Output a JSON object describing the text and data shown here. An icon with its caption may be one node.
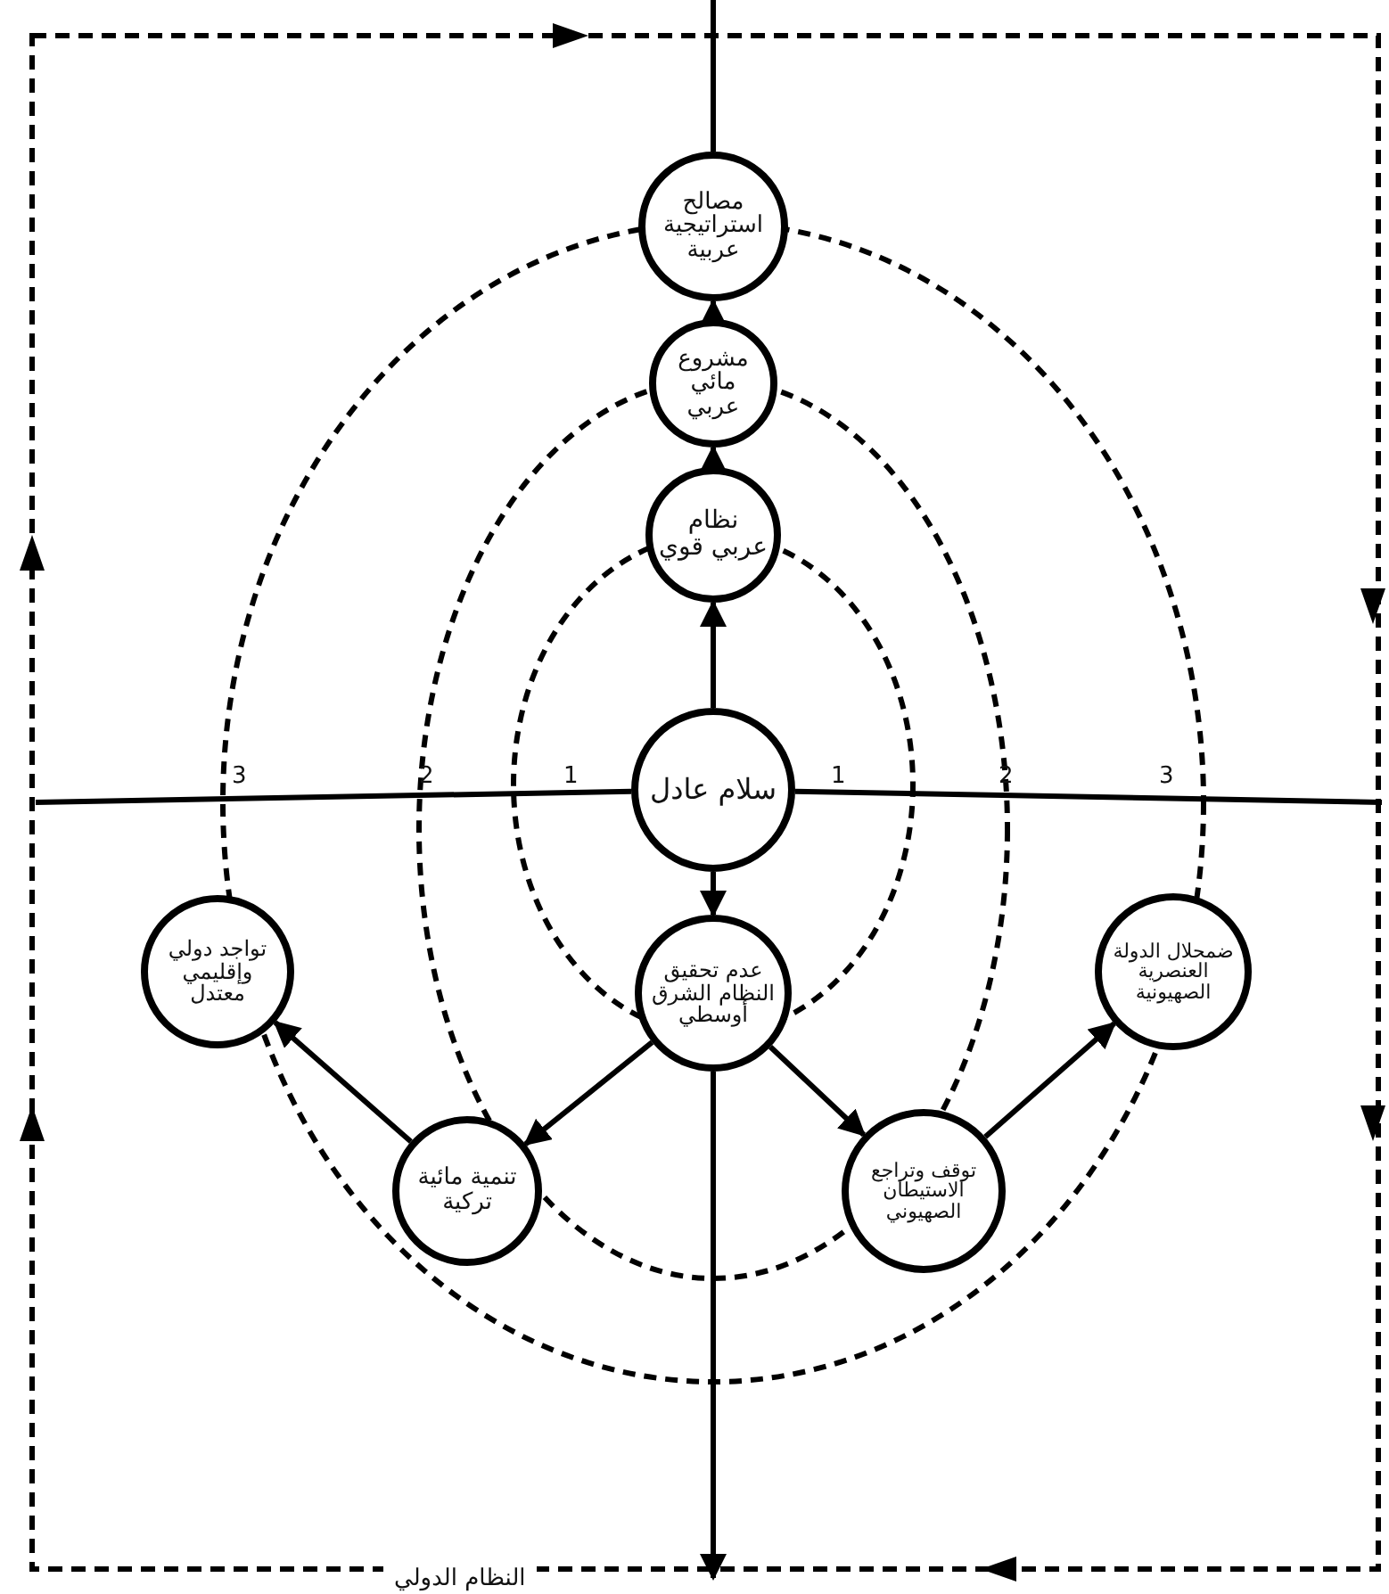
{
  "diagram": {
    "nodes": [
      {
        "text": [
          "مصالح استراتيجية عربية"
        ]
      },
      {
        "text": [
          "مشروع مائي عربي"
        ]
      },
      {
        "text": [
          "نظام عربي قوي"
        ]
      },
      {
        "text": [
          "سلام عادل"
        ]
      },
      {
        "text": [
          "عدم تحقيق النظام الشرق أوسطي"
        ]
      },
      {
        "text": [
          "تواجد دولي وإقليمي معتدل"
        ]
      },
      {
        "text": [
          "تنمية مائية تركية"
        ]
      },
      {
        "text": [
          "توقف وتراجع الاستيطان الصهيوني"
        ]
      },
      {
        "text": [
          "ضمحلال الدولة العنصرية الصهيونية"
        ]
      }
    ],
    "edges": [
      {
        "from": 3,
        "to": 2,
        "arrow": "to"
      },
      {
        "from": 2,
        "to": 1,
        "arrow": "to"
      },
      {
        "from": 1,
        "to": 0,
        "arrow": "to"
      },
      {
        "from": 0,
        "to": null,
        "arrow": "none"
      },
      {
        "from": 3,
        "to": 4,
        "arrow": "to"
      },
      {
        "from": 4,
        "to": 6,
        "arrow": "to"
      },
      {
        "from": 6,
        "to": 5,
        "arrow": "to"
      },
      {
        "from": 4,
        "to": 7,
        "arrow": "to"
      },
      {
        "from": 7,
        "to": 8,
        "arrow": "to"
      },
      {
        "from": 4,
        "to": null,
        "arrow": "to"
      },
      {
        "from": 3,
        "to": null,
        "arrow": "none"
      },
      {
        "from": 3,
        "to": null,
        "arrow": "none"
      }
    ],
    "labels": [
      "3",
      "2",
      "1",
      "1",
      "2",
      "3",
      "النظام الدولي"
    ]
  }
}
